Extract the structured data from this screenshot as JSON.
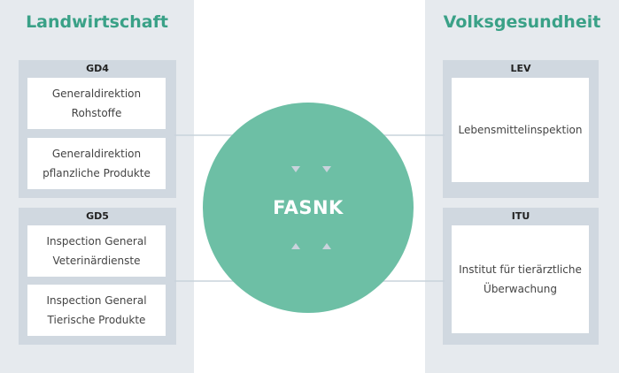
{
  "left": {
    "title": "Landwirtschaft",
    "groups": [
      {
        "label": "GD4",
        "boxes": [
          "Generaldirektion\nRohstoffe",
          "Generaldirektion\npflanzliche Produkte"
        ]
      },
      {
        "label": "GD5",
        "boxes": [
          "Inspection General\nVeterinärdienste",
          "Inspection General\nTierische Produkte"
        ]
      }
    ]
  },
  "right": {
    "title": "Volksgesundheit",
    "groups": [
      {
        "label": "LEV",
        "boxes": [
          "Lebensmittelinspektion"
        ]
      },
      {
        "label": "ITU",
        "boxes": [
          "Institut für tierärztliche\nÜberwachung"
        ]
      }
    ]
  },
  "center": {
    "label": "FASNK"
  },
  "colors": {
    "accent": "#3aa187",
    "circle": "#6dbfa5",
    "panel": "#e6eaee",
    "group": "#d0d8e0",
    "connector": "#c9d3dc"
  }
}
